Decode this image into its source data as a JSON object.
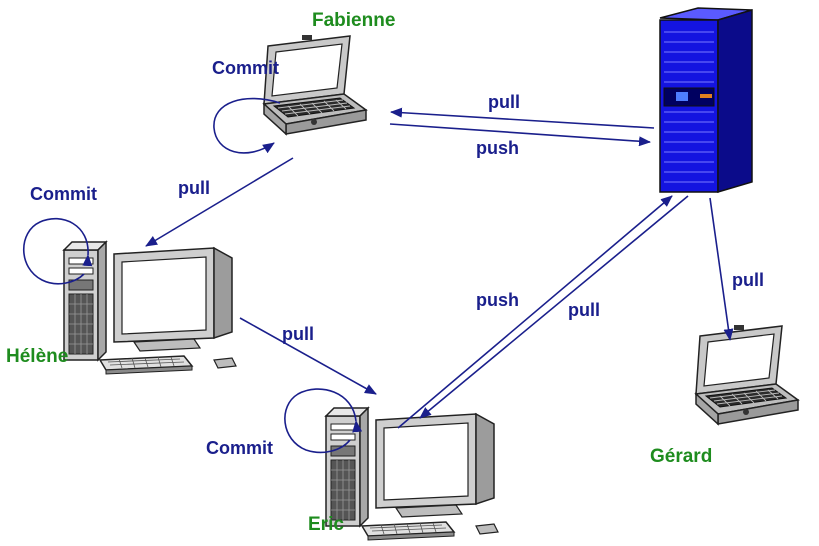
{
  "colors": {
    "name": "#1e8c1e",
    "arrow": "#1a1f8c",
    "server": "#1414e0"
  },
  "nodes": {
    "fabienne": {
      "name": "Fabienne",
      "device": "laptop-icon"
    },
    "helene": {
      "name": "Hélène",
      "device": "desktop-computer-icon"
    },
    "eric": {
      "name": "Eric",
      "device": "desktop-computer-icon"
    },
    "gerard": {
      "name": "Gérard",
      "device": "laptop-icon"
    },
    "server": {
      "device": "server-tower-icon"
    }
  },
  "edges": {
    "fabienne_commit": "Commit",
    "helene_commit": "Commit",
    "eric_commit": "Commit",
    "server_to_fabienne": "pull",
    "fabienne_to_server": "push",
    "fabienne_to_helene": "pull",
    "helene_to_eric": "pull",
    "eric_to_server": "push",
    "server_to_eric": "pull",
    "server_to_gerard": "pull"
  }
}
